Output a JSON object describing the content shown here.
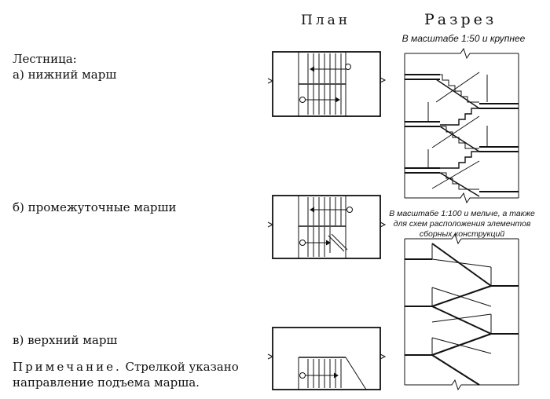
{
  "headers": {
    "plan": "План",
    "section": "Разрез"
  },
  "section_captions": {
    "large_scale": "В масштабе 1:50 и крупнее",
    "small_scale_line1": "В масштабе 1:100 и мельче, а также",
    "small_scale_line2": "для схем расположения элементов",
    "small_scale_line3": "сборных конструкций"
  },
  "labels": {
    "stair_title": "Лестница:",
    "lower_flight": "а) нижний марш",
    "intermediate_flights": "б) промежуточные марши",
    "upper_flight": "в) верхний марш"
  },
  "note": {
    "heading": "Примечание.",
    "line1_rest": "Стрелкой указано",
    "line2": "направление подъема марша."
  }
}
